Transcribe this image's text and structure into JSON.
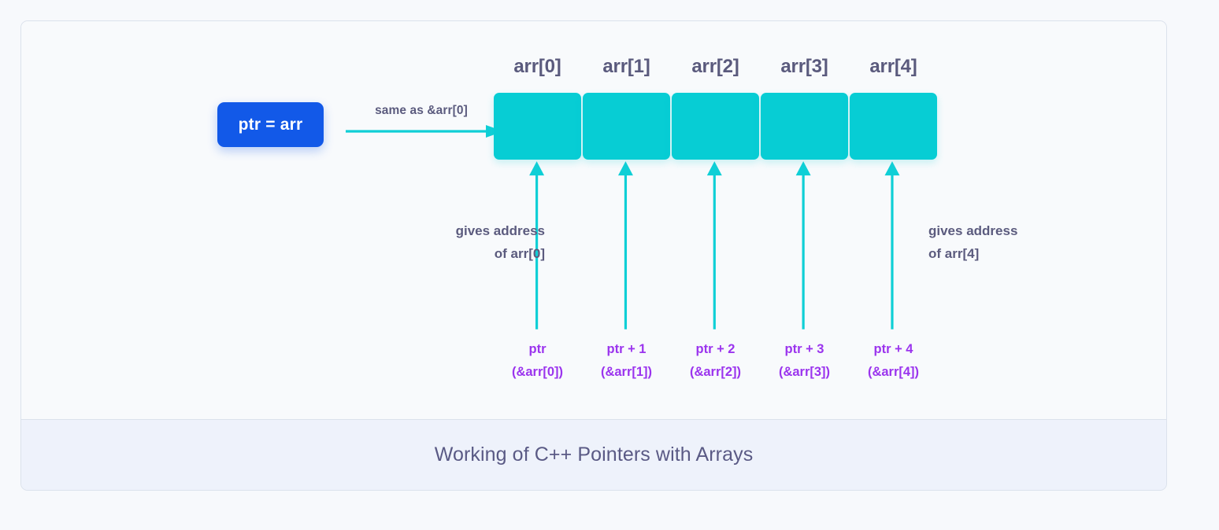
{
  "page": {
    "background_color": "#f7f9fc"
  },
  "figure": {
    "border_color": "#dbe2ec",
    "background_color": "#f8fafc",
    "caption": "Working of C++ Pointers with Arrays"
  },
  "colors": {
    "cell_teal": "#07cdd4",
    "arrow_teal": "#0fcfd6",
    "pointer_blue": "#1259e8",
    "expression_purple": "#9b34ee",
    "label_slate": "#5b5b7e",
    "index_slate": "#5a5a7d",
    "caption_slate": "#5a5a85",
    "caption_background": "#eef2fb"
  },
  "pointer_box": {
    "label": "ptr = arr"
  },
  "connector": {
    "label": "same as &arr[0]",
    "icon": "right-arrow-icon"
  },
  "array": {
    "index_labels": [
      "arr[0]",
      "arr[1]",
      "arr[2]",
      "arr[3]",
      "arr[4]"
    ],
    "cells": [
      {
        "name": "array-cell-0"
      },
      {
        "name": "array-cell-1"
      },
      {
        "name": "array-cell-2"
      },
      {
        "name": "array-cell-3"
      },
      {
        "name": "array-cell-4"
      }
    ]
  },
  "pointer_expressions": [
    {
      "main": "ptr",
      "sub": "(&arr[0])"
    },
    {
      "main": "ptr + 1",
      "sub": "(&arr[1])"
    },
    {
      "main": "ptr + 2",
      "sub": "(&arr[2])"
    },
    {
      "main": "ptr + 3",
      "sub": "(&arr[3])"
    },
    {
      "main": "ptr + 4",
      "sub": "(&arr[4])"
    }
  ],
  "annotations": {
    "left": "gives address of arr[0]",
    "right": "gives address of arr[4]"
  }
}
